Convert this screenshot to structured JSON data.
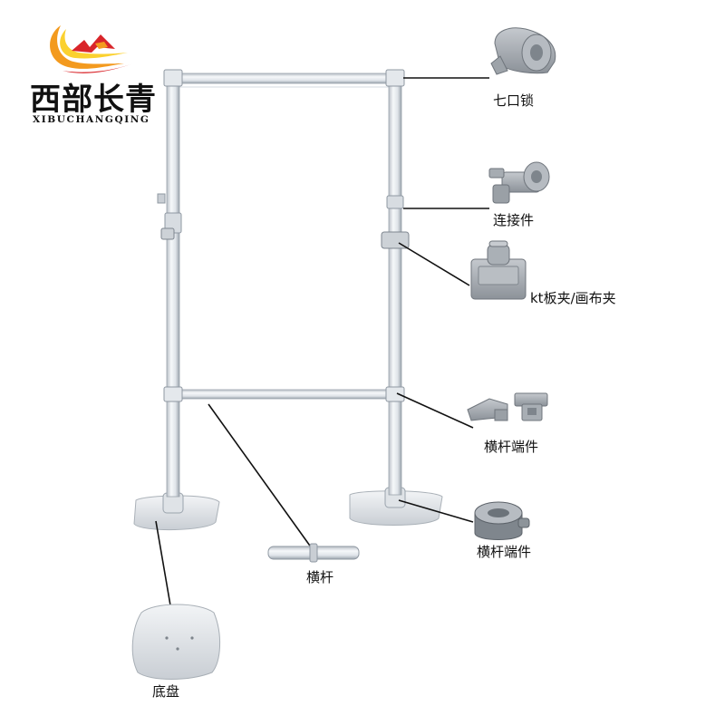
{
  "brand": {
    "name": "西部长青",
    "pinyin": "XIBUCHANGQING"
  },
  "labels": {
    "seven_lock": "七口锁",
    "connector": "连接件",
    "kt_clip": "kt板夹/画布夹",
    "crossbar_end_1": "横杆端件",
    "crossbar_end_2": "横杆端件",
    "crossbar": "横杆",
    "base": "底盘"
  },
  "colors": {
    "frame": "#e9edf1",
    "frame_edge": "#8f98a2",
    "part": "#a9aeb4",
    "part_dark": "#6f757c",
    "leader": "#111111",
    "logo_red": "#d9252a",
    "logo_orange": "#f39a1e",
    "logo_yellow": "#fbd12f"
  }
}
